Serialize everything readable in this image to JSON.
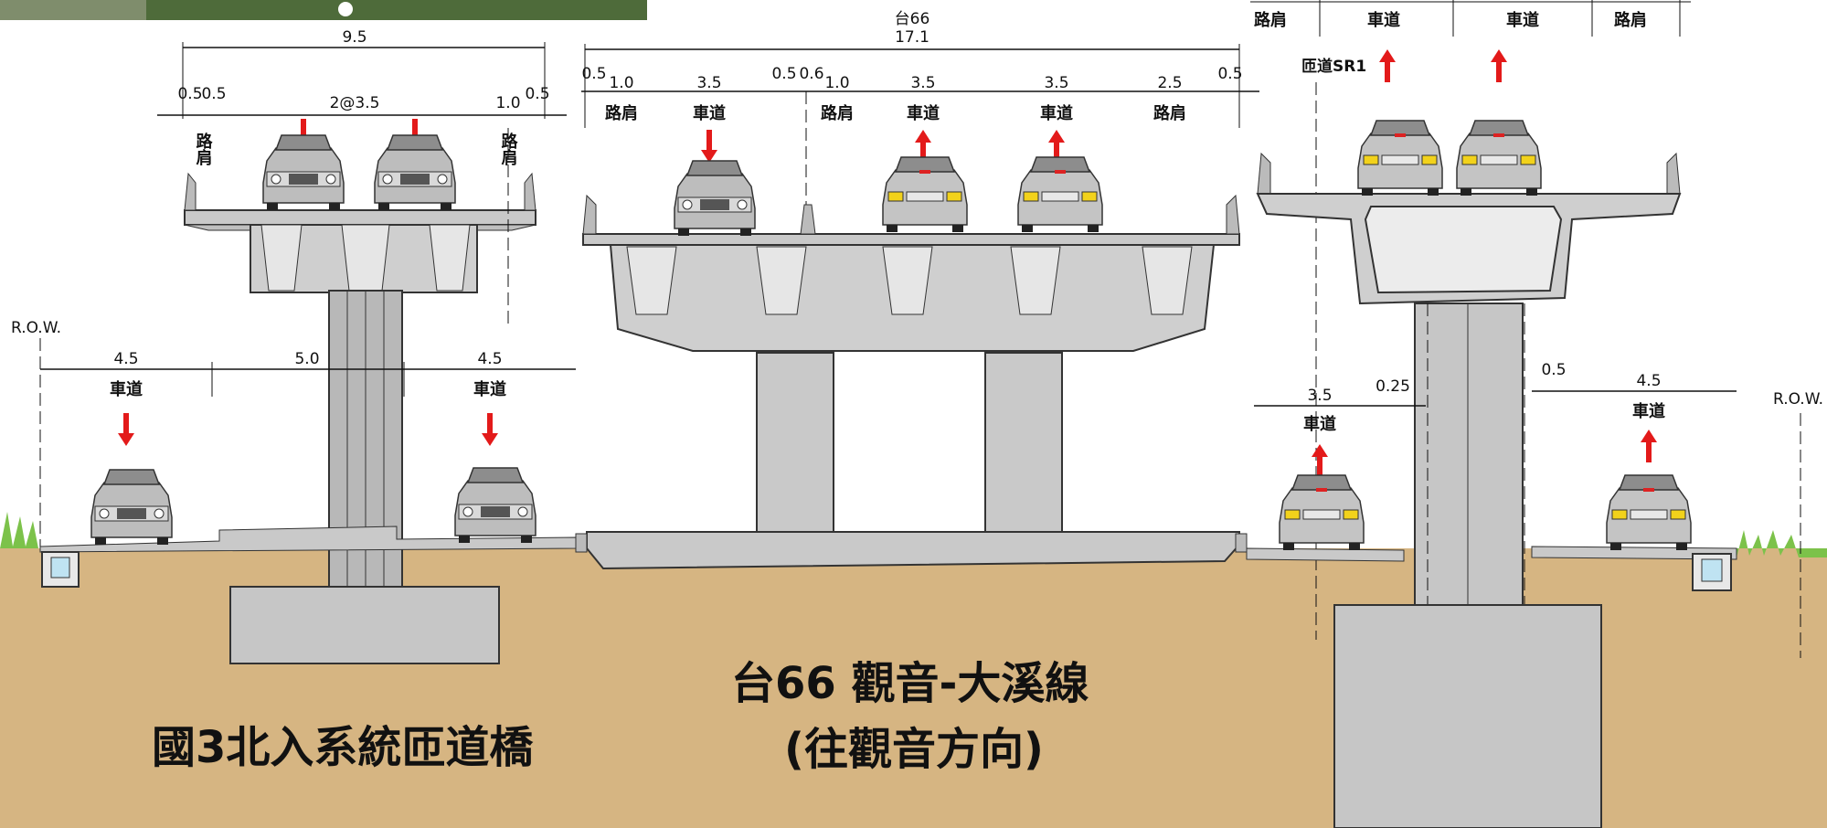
{
  "colors": {
    "ground": "#d6b582",
    "concrete": "#c9c9c9",
    "concrete_dark": "#9a9a9a",
    "arrow": "#e31a1a",
    "grass": "#7cc24a",
    "line": "#111111"
  },
  "left_bridge": {
    "top_width": "9.5",
    "shoulder_a": "0.5",
    "shoulder_b": "0.5",
    "lanes": "2@3.5",
    "right_a": "1.0",
    "right_b": "0.5",
    "shoulder_label": "路肩",
    "caption": "國3北入系統匝道橋"
  },
  "left_ground": {
    "row": "R.O.W.",
    "lane_left_width": "4.5",
    "median_width": "5.0",
    "lane_right_width": "4.5",
    "lane_label": "車道"
  },
  "middle_bridge": {
    "route": "台66",
    "total_width": "17.1",
    "d1": "0.5",
    "d2": "1.0",
    "d3": "3.5",
    "d4": "0.5",
    "d5": "0.6",
    "d6": "1.0",
    "d7": "3.5",
    "d8": "3.5",
    "d9": "2.5",
    "d10": "0.5",
    "shoulder_label": "路肩",
    "lane_label": "車道",
    "caption_line1": "台66 觀音-大溪線",
    "caption_line2": "(往觀音方向)"
  },
  "right_bridge": {
    "ramp": "匝道SR1",
    "lane_label": "車道",
    "shoulder_label": "路肩",
    "ground_lane_left": "3.5",
    "gap_a": "0.25",
    "gap_b": "0.5",
    "ground_lane_right": "4.5",
    "row": "R.O.W."
  }
}
